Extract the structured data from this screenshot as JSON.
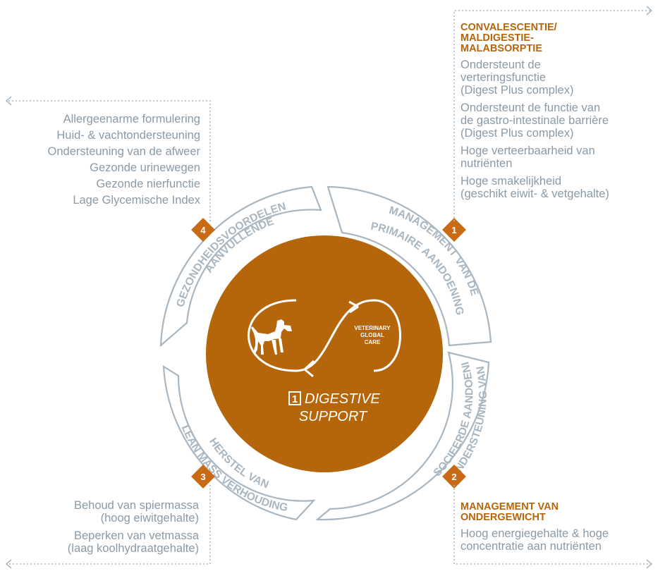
{
  "colors": {
    "accent": "#b5650a",
    "text_grey": "#8b9aa6",
    "ring_grey": "#a9b6c0",
    "center": "#b5650a",
    "badge": "#c96a14"
  },
  "center": {
    "logo_text": [
      "VETERINARY",
      "GLOBAL",
      "CARE"
    ],
    "number": "1",
    "title_line1": "DIGESTIVE",
    "title_line2": "SUPPORT"
  },
  "segments": [
    {
      "number": "1",
      "line1": "MANAGEMENT VAN DE",
      "line2": "PRIMAIRE AANDOENING"
    },
    {
      "number": "2",
      "line1": "ONDERSTEUNING VAN",
      "line2": "GEASSOCIEERDE AANDOENINGEN"
    },
    {
      "number": "3",
      "line1": "HERSTEL VAN",
      "line2": "LEAN MASS VERHOUDING"
    },
    {
      "number": "4",
      "line1": "AANVULLENDE",
      "line2": "GEZONDHEIDSVOORDELEN"
    }
  ],
  "panels": {
    "top_right": {
      "heading": [
        "CONVALESCENTIE/",
        "MALDIGESTIE-",
        "MALABSORPTIE"
      ],
      "items": [
        [
          "Ondersteunt de",
          "verteringsfunctie",
          "(Digest Plus complex)"
        ],
        [
          "Ondersteunt de functie van",
          "de gastro-intestinale barrière",
          "(Digest Plus complex)"
        ],
        [
          "Hoge verteerbaarheid van",
          "nutriënten"
        ],
        [
          "Hoge smakelijkheid",
          "(geschikt eiwit- & vetgehalte)"
        ]
      ]
    },
    "bottom_right": {
      "heading": [
        "MANAGEMENT VAN",
        "ONDERGEWICHT"
      ],
      "items": [
        [
          "Hoog energiegehalte & hoge",
          "concentratie aan nutriënten"
        ]
      ]
    },
    "top_left": {
      "items": [
        [
          "Allergeenarme formulering"
        ],
        [
          "Huid- & vachtondersteuning"
        ],
        [
          "Ondersteuning van de afweer"
        ],
        [
          "Gezonde urinewegen"
        ],
        [
          "Gezonde nierfunctie"
        ],
        [
          "Lage Glycemische Index"
        ]
      ]
    },
    "bottom_left": {
      "items": [
        [
          "Behoud van spiermassa",
          "(hoog eiwitgehalte)"
        ],
        [
          "Beperken van vetmassa",
          "(laag koolhydraatgehalte)"
        ]
      ]
    }
  }
}
